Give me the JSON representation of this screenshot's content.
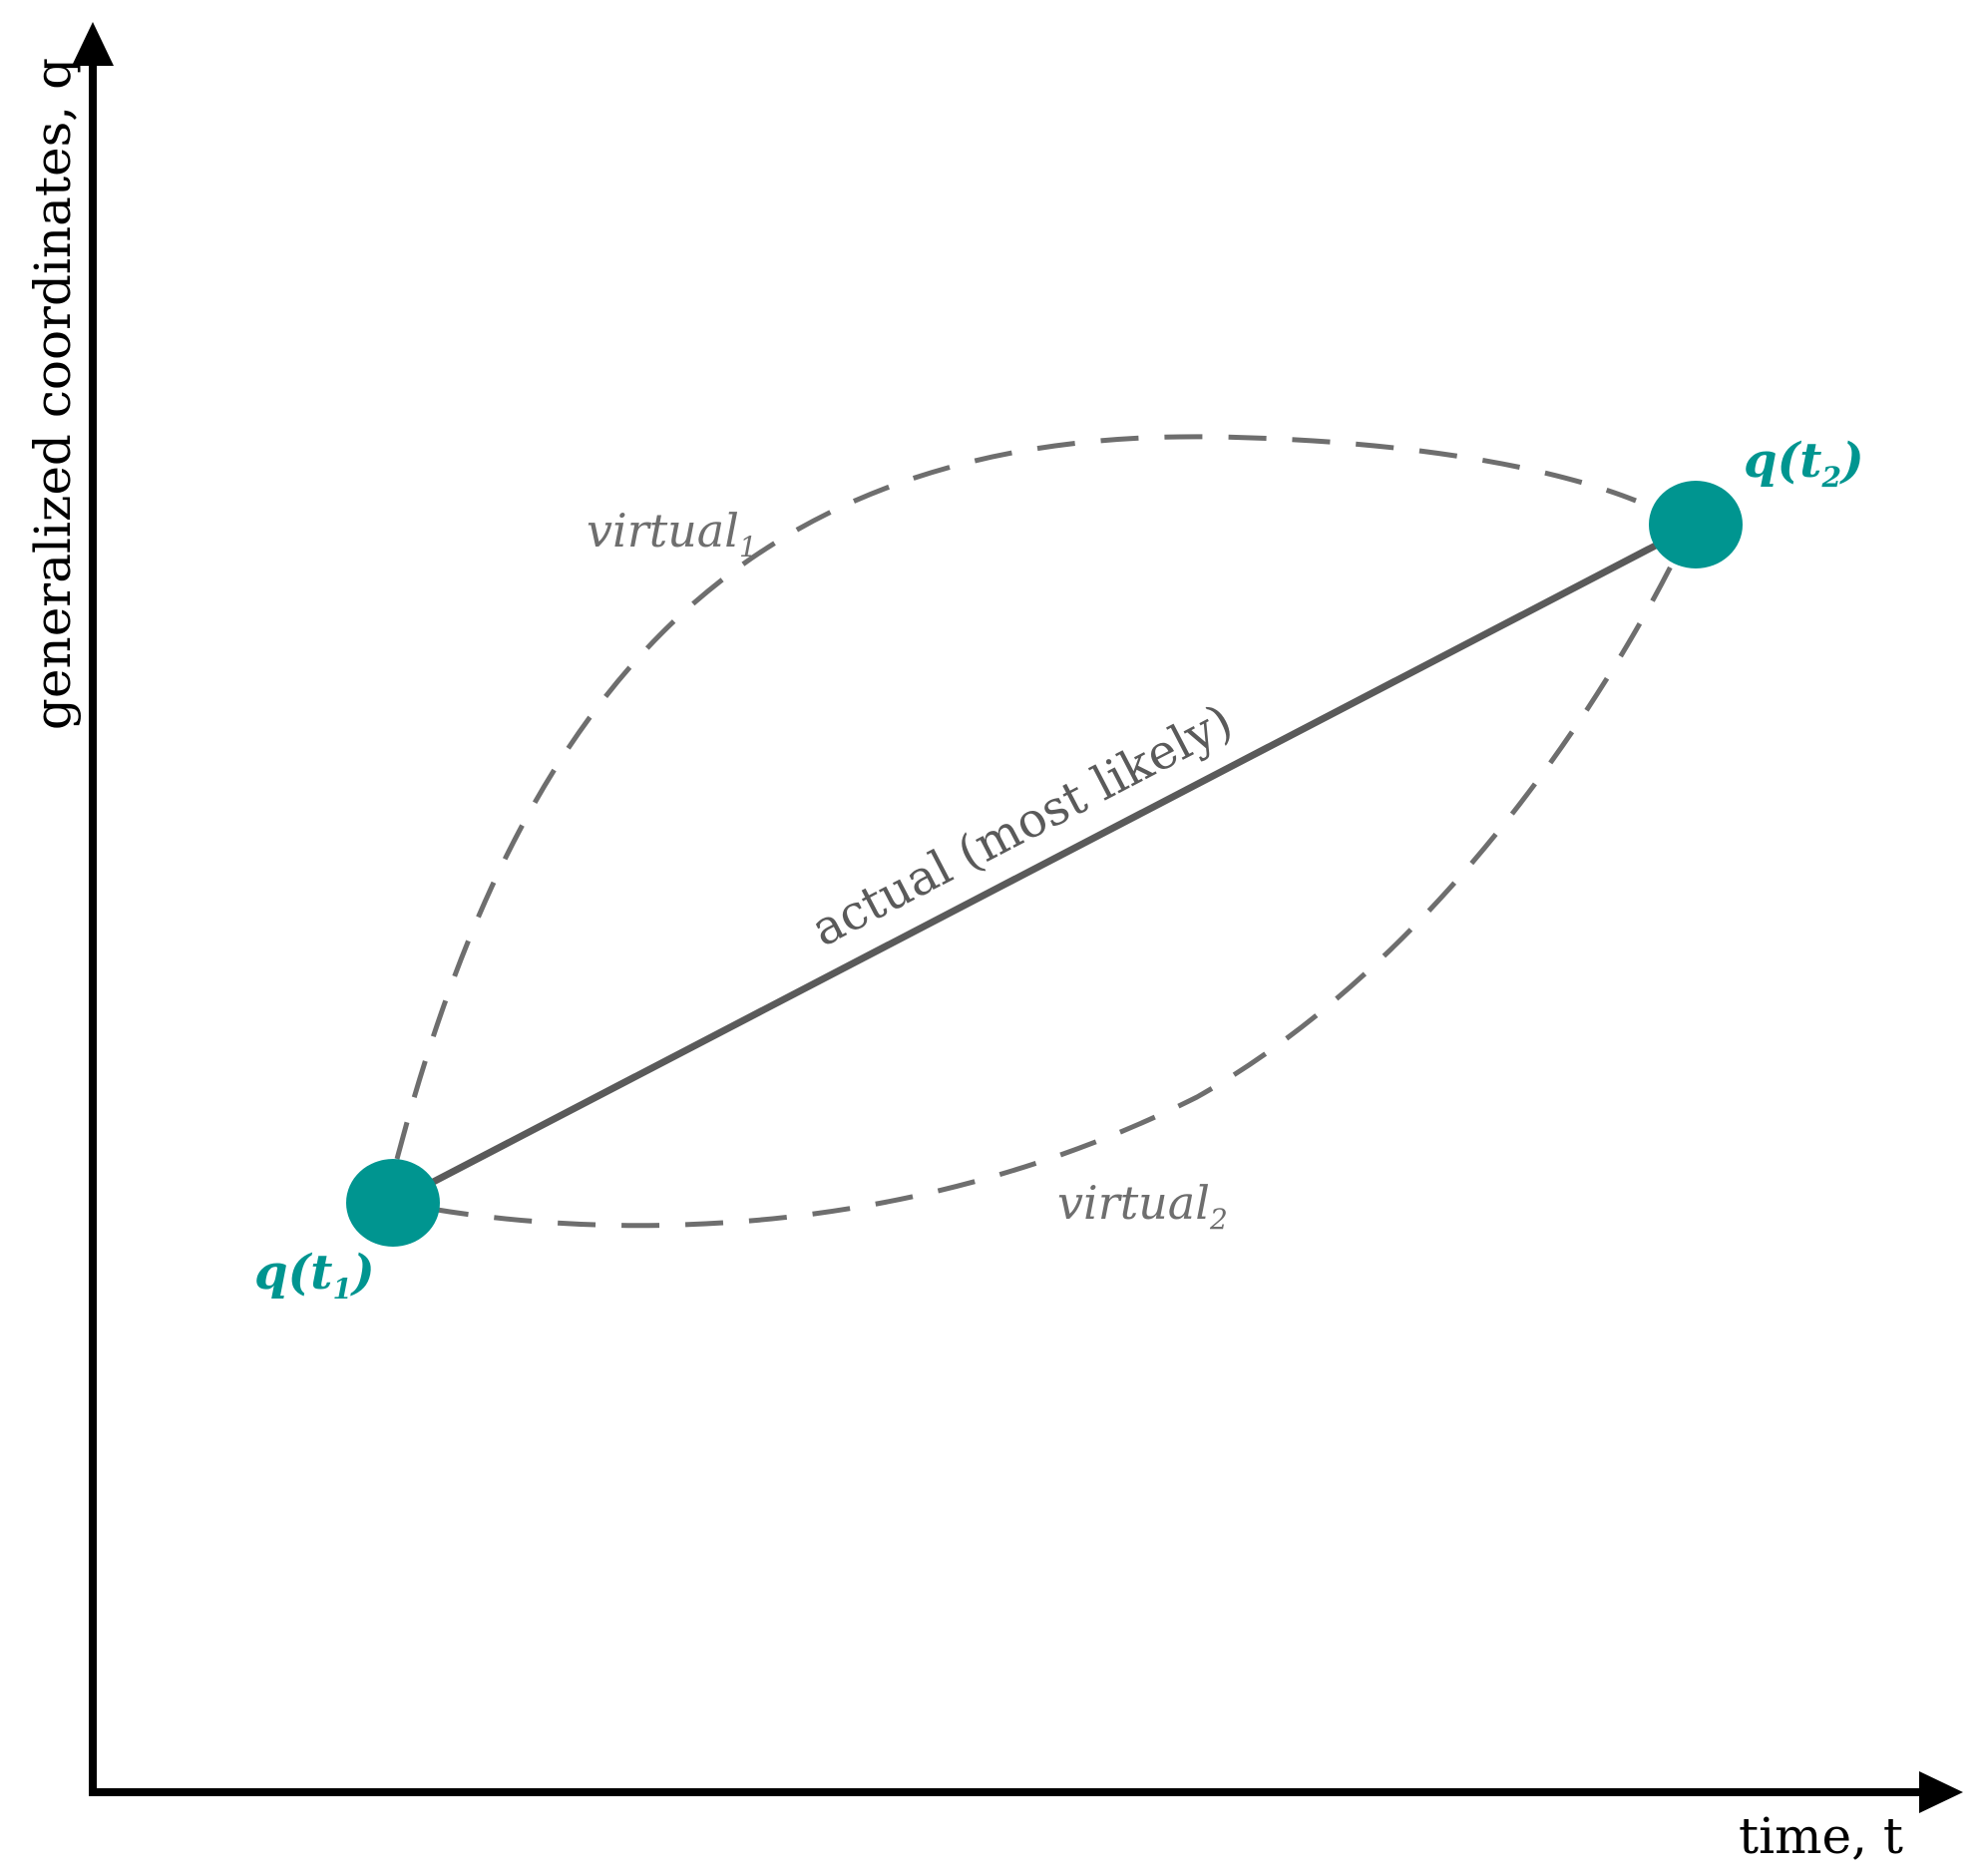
{
  "colors": {
    "axis": "#000000",
    "actual_path": "#5a5a5a",
    "virtual_path": "#6e6e6e",
    "endpoint": "#009590",
    "label_gray": "#6e6e6e"
  },
  "axes": {
    "y_label": "generalized coordinates, q",
    "x_label": "time, t"
  },
  "paths": {
    "actual_label": "actual (most likely)",
    "virtual_1": {
      "base": "virtual",
      "sub": "1"
    },
    "virtual_2": {
      "base": "virtual",
      "sub": "2"
    }
  },
  "points": {
    "start": {
      "open": "q(t",
      "sub": "1",
      "close": ")"
    },
    "end": {
      "open": "q(t",
      "sub": "2",
      "close": ")"
    }
  }
}
